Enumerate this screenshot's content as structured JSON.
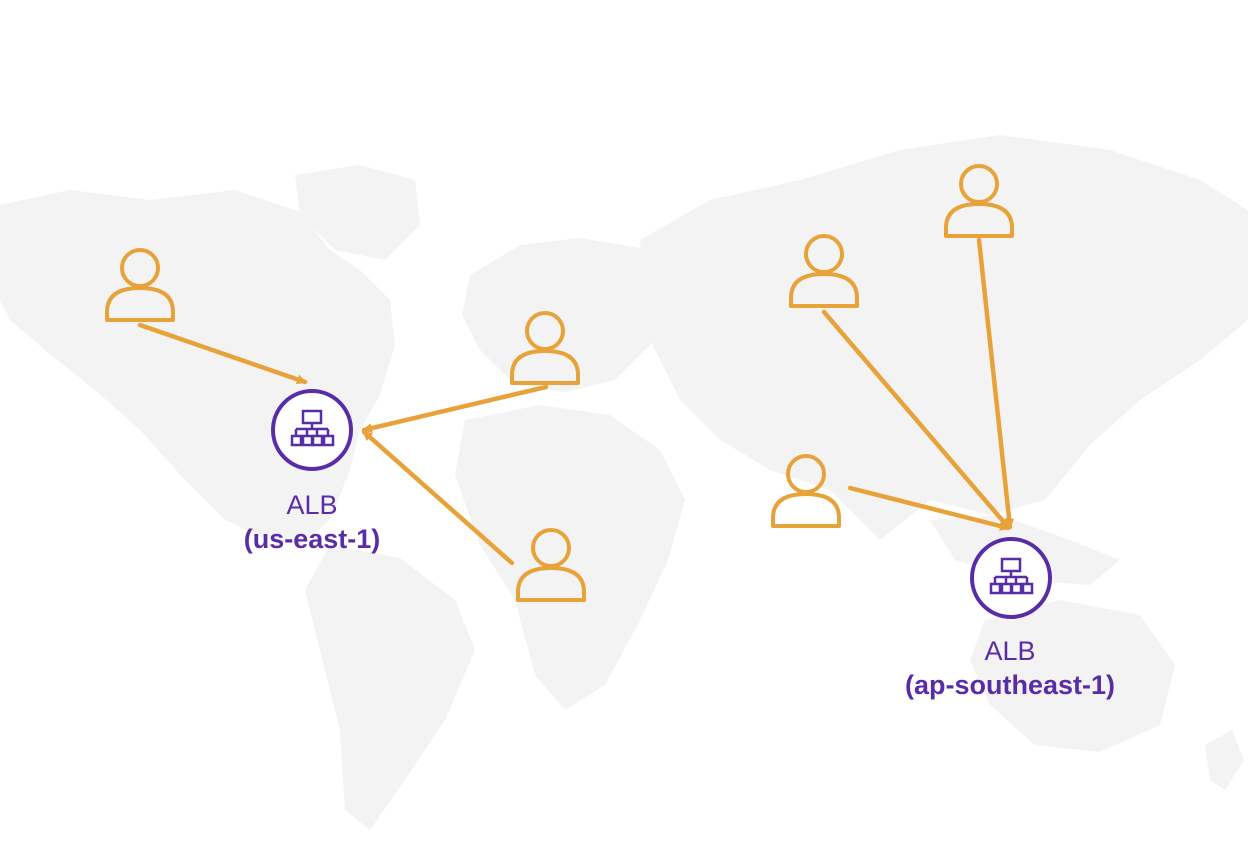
{
  "colors": {
    "user": "#E8A23A",
    "alb": "#5A2DA8",
    "map": "#F3F3F3"
  },
  "load_balancers": [
    {
      "id": "alb-east",
      "icon": "load-balancer-icon",
      "label": "ALB",
      "region": "(us-east-1)"
    },
    {
      "id": "alb-southeast",
      "icon": "load-balancer-icon",
      "label": "ALB",
      "region": "(ap-southeast-1)"
    }
  ],
  "users": [
    {
      "id": "user-na-west",
      "icon": "user-icon",
      "connects_to": "alb-east"
    },
    {
      "id": "user-europe",
      "icon": "user-icon",
      "connects_to": "alb-east"
    },
    {
      "id": "user-africa",
      "icon": "user-icon",
      "connects_to": "alb-east"
    },
    {
      "id": "user-central-asia",
      "icon": "user-icon",
      "connects_to": "alb-southeast"
    },
    {
      "id": "user-north-asia",
      "icon": "user-icon",
      "connects_to": "alb-southeast"
    },
    {
      "id": "user-south-asia",
      "icon": "user-icon",
      "connects_to": "alb-southeast"
    }
  ]
}
